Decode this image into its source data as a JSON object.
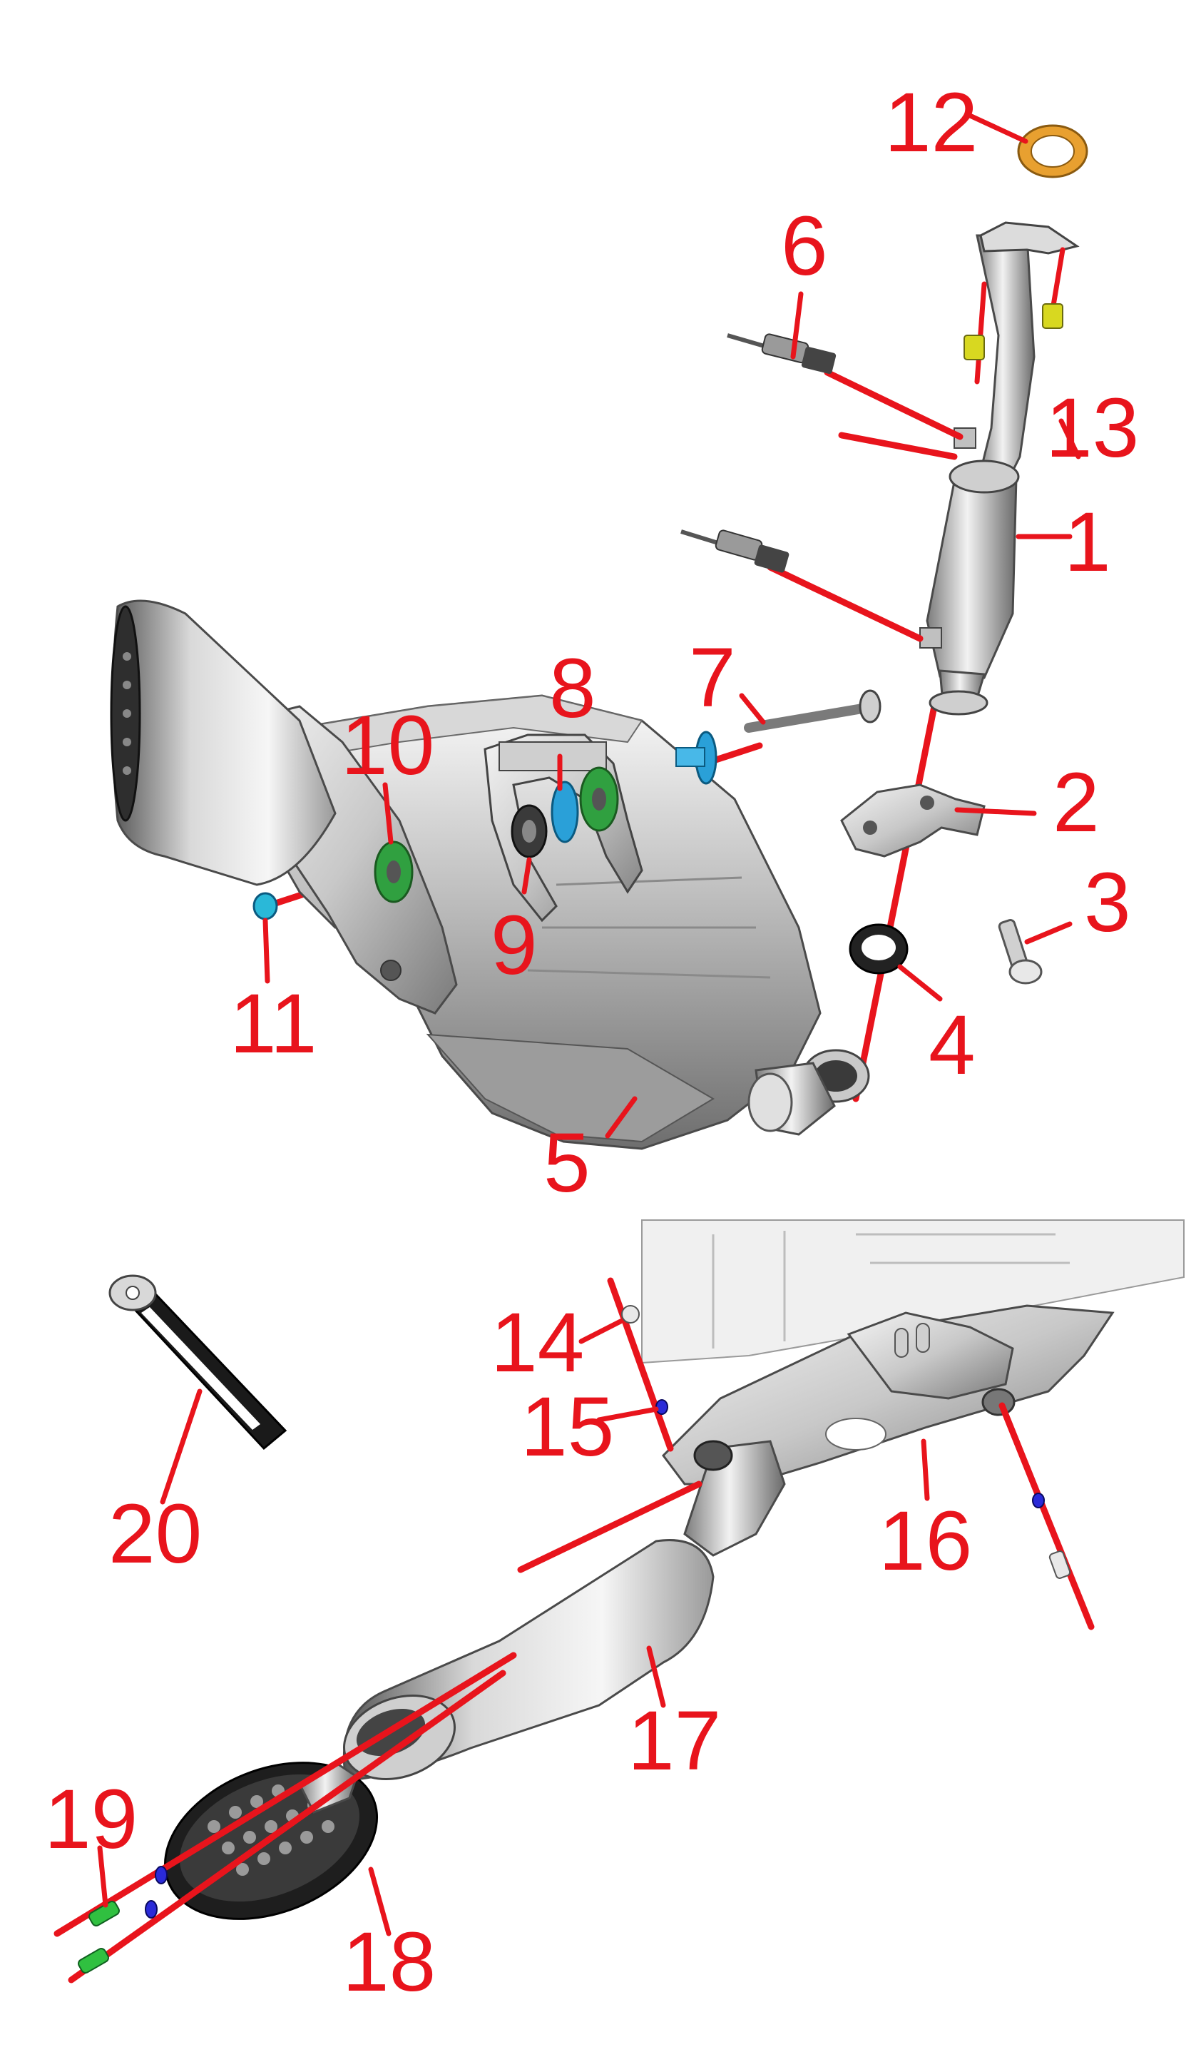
{
  "callouts": {
    "c1": "1",
    "c2": "2",
    "c3": "3",
    "c4": "4",
    "c5": "5",
    "c6": "6",
    "c7": "7",
    "c8": "8",
    "c9": "9",
    "c10": "10",
    "c11": "11",
    "c12": "12",
    "c13": "13",
    "c14": "14",
    "c15": "15",
    "c16": "16",
    "c17": "17",
    "c18": "18",
    "c19": "19",
    "c20": "20"
  },
  "colors": {
    "callout": "#e8141c",
    "metal_light": "#e6e6e6",
    "metal_dark": "#8c8c8c",
    "copper_gasket": "#e0901a",
    "bolt_yellow": "#d8d820",
    "washer_blue": "#2aa0d8",
    "grommet_green": "#30a040",
    "gasket_black": "#1a1a1a"
  }
}
